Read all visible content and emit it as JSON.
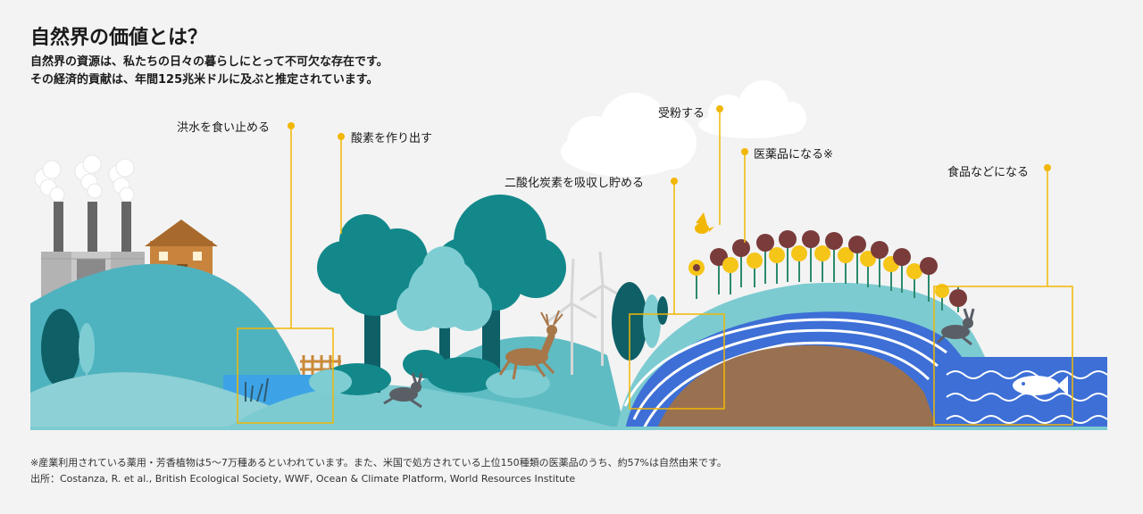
{
  "header": {
    "title": "自然界の価値とは？",
    "subtitle_line1": "自然界の資源は、私たちの日々の暮らしにとって不可欠な存在です。",
    "subtitle_line2": "その経済的貢献は、年間125兆米ドルに及ぶと推定されています。"
  },
  "callouts": {
    "flood": "洪水を食い止める",
    "oxygen": "酸素を作り出す",
    "carbon": "二酸化炭素を吸収し貯める",
    "pollination": "受粉する",
    "medicine": "医薬品になる※",
    "food": "食品などになる"
  },
  "footer": {
    "note": "※産業利用されている薬用・芳香植物は5～7万種あるといわれています。また、米国で処方されている上位150種類の医薬品のうち、約57%は自然由来です。",
    "source": "出所：Costanza, R. et al., British Ecological Society, WWF, Ocean & Climate Platform, World Resources Institute"
  },
  "colors": {
    "accent_yellow": "#f2b705",
    "teal_dark": "#13888a",
    "teal_light": "#7ecdd3",
    "hill": "#4fb3bf",
    "water_blue": "#3d6fd6",
    "soil": "#9a7150",
    "factory_gray": "#b3b3b3"
  },
  "icons": {
    "factory": "factory-icon",
    "house": "house-icon",
    "wind_turbine": "wind-turbine-icon",
    "deer": "deer-icon",
    "rabbit": "rabbit-icon",
    "bird": "bird-icon",
    "fish": "fish-icon",
    "sunflower": "sunflower-icon"
  }
}
